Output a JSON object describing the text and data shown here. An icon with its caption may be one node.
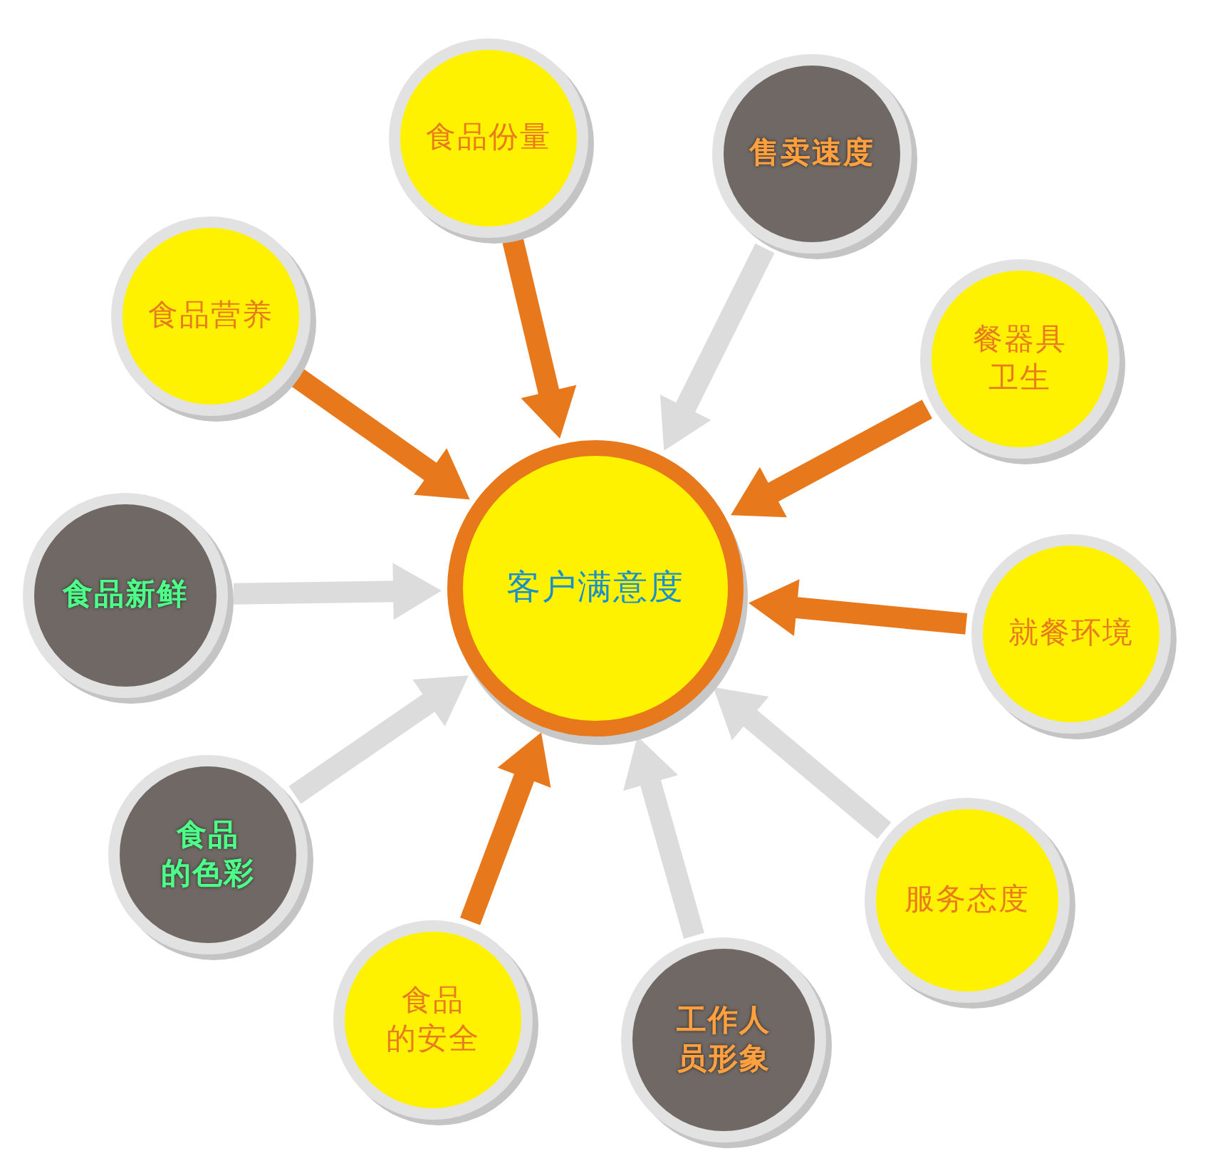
{
  "diagram": {
    "nodes": [
      {
        "text": [
          "食品份量"
        ]
      },
      {
        "text": [
          "售卖速度"
        ]
      },
      {
        "text": [
          "食品营养"
        ]
      },
      {
        "text": [
          "餐器具卫生"
        ]
      },
      {
        "text": [
          "食品新鲜"
        ]
      },
      {
        "text": [
          "客户满意度"
        ]
      },
      {
        "text": [
          "就餐环境"
        ]
      },
      {
        "text": [
          "食品的色彩"
        ]
      },
      {
        "text": [
          "服务态度"
        ]
      },
      {
        "text": [
          "食品的安全"
        ]
      },
      {
        "text": [
          "工作人员形象"
        ]
      }
    ],
    "edges": [
      {
        "from": 0,
        "to": 5,
        "arrow": "to"
      },
      {
        "from": 1,
        "to": 5,
        "arrow": "to",
        "color": "#dcdcdc"
      },
      {
        "from": 2,
        "to": 5,
        "arrow": "to"
      },
      {
        "from": 3,
        "to": 5,
        "arrow": "to"
      },
      {
        "from": 4,
        "to": 5,
        "arrow": "to",
        "color": "#dcdcdc"
      },
      {
        "from": 6,
        "to": 5,
        "arrow": "to"
      },
      {
        "from": 7,
        "to": 5,
        "arrow": "to",
        "color": "#dcdcdc"
      },
      {
        "from": 8,
        "to": 5,
        "arrow": "to",
        "color": "#dcdcdc"
      },
      {
        "from": 9,
        "to": 5,
        "arrow": "to"
      },
      {
        "from": 10,
        "to": 5,
        "arrow": "to",
        "color": "#dcdcdc"
      }
    ]
  }
}
